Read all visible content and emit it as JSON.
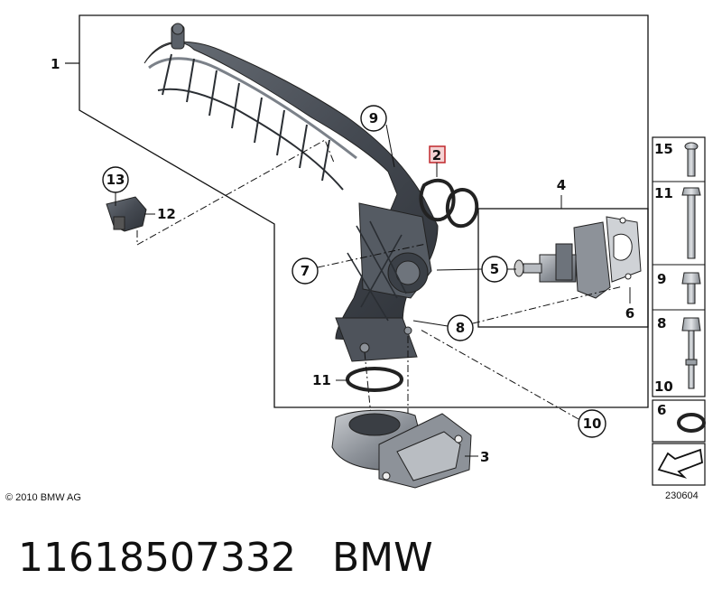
{
  "diagram": {
    "copyright": "© 2010 BMW AG",
    "diagram_id": "230604",
    "highlighted_callout": "2",
    "callouts": {
      "c1": "1",
      "c2": "2",
      "c3": "3",
      "c4": "4",
      "c5": "5",
      "c6": "6",
      "c7": "7",
      "c8": "8",
      "c9": "9",
      "c10": "10",
      "c11": "11",
      "c12": "12",
      "c13": "13"
    },
    "side_panel": [
      "15",
      "11",
      "9",
      "8",
      "10",
      "6"
    ],
    "colors": {
      "highlight": "#c0282d",
      "highlight_fill": "#f4d2d3",
      "part_dark": "#4b5058",
      "part_mid": "#8a8f96",
      "line": "#111111"
    }
  },
  "footer": {
    "part_number": "11618507332",
    "brand": "BMW"
  }
}
